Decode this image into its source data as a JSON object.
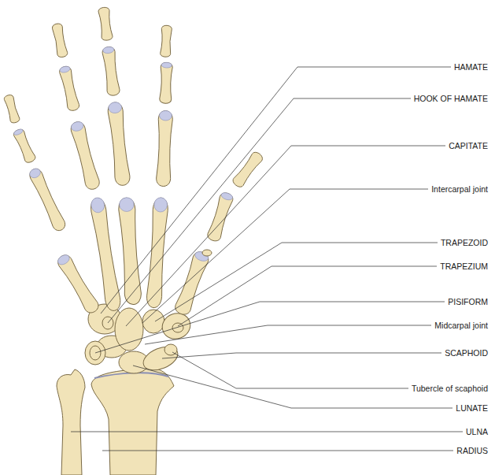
{
  "diagram": {
    "labels": [
      "HAMATE",
      "HOOK OF HAMATE",
      "CAPITATE",
      "Intercarpal joint",
      "TRAPEZOID",
      "TRAPEZIUM",
      "PISIFORM",
      "Midcarpal joint",
      "SCAPHOID",
      "Tubercle of scaphoid",
      "LUNATE",
      "ULNA",
      "RADIUS"
    ]
  }
}
